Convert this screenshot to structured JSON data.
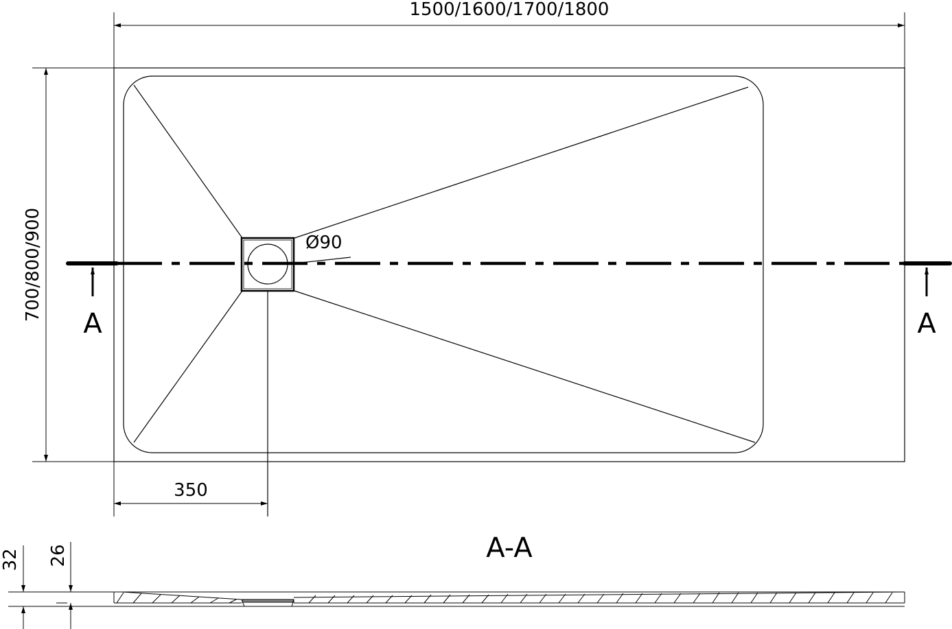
{
  "dimensions": {
    "length": "1500/1600/1700/1800",
    "width": "700/800/900",
    "drain_offset": "350",
    "drain_diameter": "Ø90",
    "total_height": "32",
    "tray_height": "26"
  },
  "section": {
    "marker_left": "A",
    "marker_right": "A",
    "title": "A-A"
  }
}
